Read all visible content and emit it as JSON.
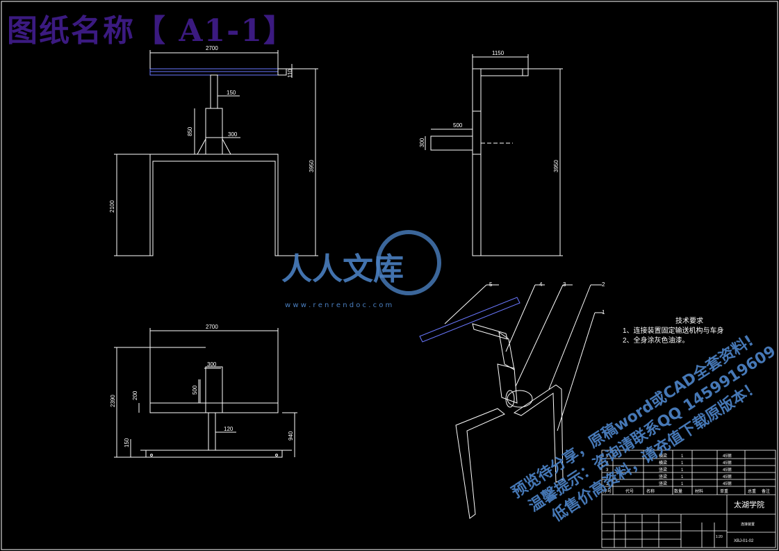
{
  "drawing": {
    "title": "图纸名称【 A1-1】",
    "front_view": {
      "dims": [
        "2700",
        "150",
        "110",
        "850",
        "300",
        "3950",
        "2100"
      ]
    },
    "side_view": {
      "dims": [
        "1150",
        "500",
        "300",
        "3950"
      ]
    },
    "top_view": {
      "dims": [
        "2700",
        "300",
        "200",
        "500",
        "2390",
        "120",
        "150",
        "940"
      ]
    },
    "callouts": [
      "5",
      "4",
      "3",
      "2",
      "1"
    ],
    "tech_requirements": {
      "heading": "技术要求",
      "items": [
        "1、连接装置固定输送机构与车身",
        "2、全身涂灰色油漆。"
      ]
    },
    "bom": {
      "rows": [
        [
          "5",
          "横梁",
          "1",
          "45钢"
        ],
        [
          "4",
          "横梁",
          "1",
          "45钢"
        ],
        [
          "3",
          "竖梁",
          "1",
          "45钢"
        ],
        [
          "2",
          "竖梁",
          "1",
          "45钢"
        ],
        [
          "1",
          "竖梁",
          "1",
          "45钢"
        ]
      ],
      "header": [
        "序号",
        "代号",
        "名称",
        "数量",
        "材料",
        "单重",
        "总重",
        "备注"
      ]
    },
    "title_block": {
      "school": "太湖学院",
      "drawing_name": "连接装置",
      "drawing_no": "XBJ-01-02",
      "scale": "1:20"
    }
  },
  "watermark": {
    "logo_text": "人人文库",
    "url": "w w w . r e n r e n d o c . c o m",
    "diag_lines": [
      "预览待分享，原稿word或CAD全套资料!",
      "温馨提示：咨询请联系QQ 1459919609",
      "低售价高资料，请充值下载原版本！"
    ]
  },
  "colors": {
    "title": "#3b1a80",
    "line": "#ffffff",
    "dim": "#ffffff",
    "beam": "#6a78ff",
    "watermark": "#4a7fc0"
  }
}
